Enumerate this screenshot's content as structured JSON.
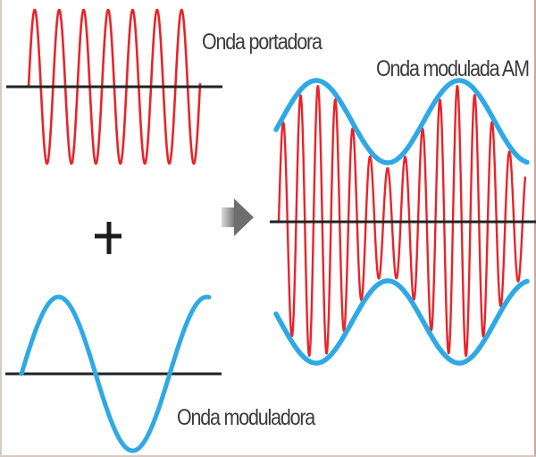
{
  "labels": {
    "carrier": "Onda portadora",
    "am": "Onda modulada AM",
    "modulator": "Onda moduladora"
  },
  "symbols": {
    "plus": "+",
    "arrow": "arrow-right-icon"
  },
  "colors": {
    "carrier": "#e8242a",
    "modulator": "#2fa9e6",
    "axis": "#222222",
    "arrow": "#8a8a8a",
    "text": "#3a3a3a"
  }
}
